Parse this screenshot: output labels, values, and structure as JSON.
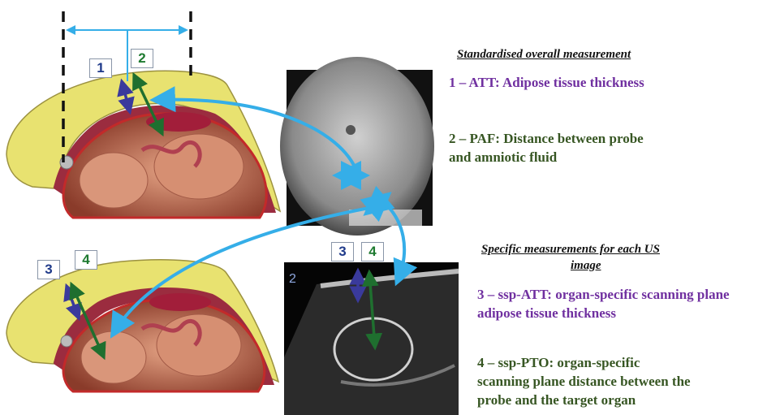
{
  "section1": {
    "heading": "Standardised overall measurement",
    "item1": "1 – ATT: Adipose tissue thickness",
    "item2_line1": "2 – PAF: Distance between probe",
    "item2_line2": "and amniotic fluid"
  },
  "section2": {
    "heading_line1": "Specific measurements for each US",
    "heading_line2": "image",
    "item3_line1": "3 – ssp-ATT: organ-specific scanning plane",
    "item3_line2": "adipose tissue thickness",
    "item4_line1": "4 – ssp-PTO: organ-specific",
    "item4_line2": "scanning plane distance between the",
    "item4_line3": "probe and the target organ"
  },
  "labels": {
    "one": "1",
    "two": "2",
    "three": "3",
    "four": "4",
    "us_image_number": "2"
  },
  "colors": {
    "att_arrow": "#3a3a9c",
    "paf_arrow": "#1f6f2f",
    "connector_arrow": "#35aee8",
    "adipose": "#e8e270",
    "purple_text": "#7030a0",
    "green_text": "#375623"
  }
}
